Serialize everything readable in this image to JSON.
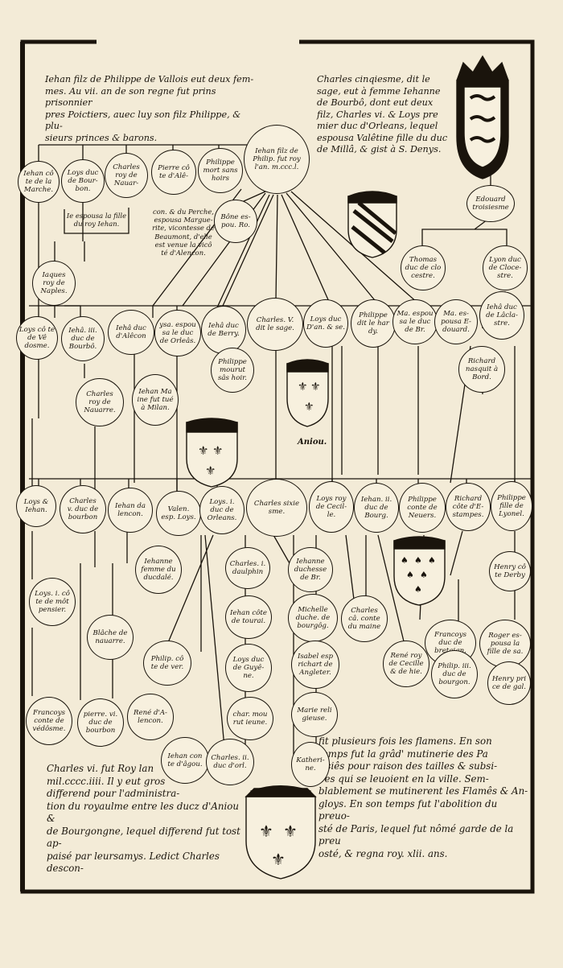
{
  "texts": {
    "top_left": "Iehan filz de Philippe de Vallois eut deux fem-\nmes. Au vii. an de son regne fut prins prisonnier\npres Poictiers, auec luy son filz Philippe, & plu-\nsieurs princes & barons.",
    "top_right": "Charles cinqiesme, dit le\nsage, eut à femme Iehanne\nde Bourbô, dont eut deux\nfilz, Charles vi. & Loys pre\nmier duc d'Orleans, lequel\nespousa Valêtine fille du duc\nde Millâ, & gist à S. Denys.",
    "bottom_left": "Charles vi. fut Roy lan\nmil.cccc.iiii. Il y eut gros\ndifferend pour l'administra-\ntion du royaulme entre les ducz d'Aniou &\nde Bourgongne, lequel differend fut tost ap-\npaisé par leursamys. Ledict Charles descon-",
    "bottom_right": "fit plusieurs fois les flamens. En son\ntemps fut la grâd' mutinerie des Pa\nrisiês pour raison des tailles & subsi-\ndes qui se leuoient en la ville. Sem-\nblablement se mutinerent les Flamês & An-\ngloys. En son temps fut l'abolition du preuo-\nsté de Paris, lequel fut nômé garde de la preu\nosté, & regna roy. xlii. ans."
  },
  "nodes": {
    "jehan_marche": "Iehan cô\nte de la\nMarche.",
    "loys_bourbon": "Loys duc\nde Bour-\nbon.",
    "charles_navarre1": "Charles\nroy de\nNauar-",
    "pierre_alencon": "Pierre cô\nte d'Alê-",
    "philippe_mort": "Philippe\nmort sans\nhoirs",
    "jehan_roy": "Iehan filz de\nPhilip. fut roy\nl'an. m.ccc.l.",
    "bone": "Bône es-\npou. Ro.",
    "edouard": "Edouard\ntroisiesme",
    "thomas": "Thomas\nduc de clo\ncestre.",
    "lyon": "Lyon duc\nde Cloce-\nstre.",
    "jaques": "Iaques\nroy de\nNaples.",
    "loys_vendosme": "Loys cô te\nde Vê\ndosme.",
    "jehan_bourbon": "Iehâ. iii.\nduc de\nBourbô.",
    "jehan_alencon": "Iehâ duc\nd'Alêcon",
    "ysabel": "ysa. espou\nsa le duc\nde Orleâs.",
    "jehan_berry": "Iehâ duc\nde Berry.",
    "charles_v": "Charles. V.\ndit le sage.",
    "loys_anjou": "Loys duc\nD'an. & se.",
    "philippe_hardy": "Philippe\ndit le har\ndy.",
    "marie_br": "Ma. espou\nsa le duc\nde Br.",
    "marie_edouard": "Ma. es-\npousa E-\ndouard.",
    "jehan_lanclastre": "Iehâ duc\nde Lâcla-\nstre.",
    "richard_bord": "Richard\nnasquit à\nBord.",
    "charles_navarre": "Charles\nroy de\nNauarre.",
    "jehan_mayne": "Iehan Ma\nine fut tué\nà Milan.",
    "philippe_mourut": "Philippe\nmourut\nsâs hoir.",
    "loys_jehan": "Loys &\nIehan.",
    "charles_bourbon": "Charles\nv. duc de\nbourbon",
    "jehan_lencon": "Iehan da\nlencon.",
    "valentine": "Valen.\nesp. Loys.",
    "loys_orleans": "Loys. i.\nduc de\nOrleans.",
    "charles_vi": "Charles sixie\nsme.",
    "loys_cecile": "Loys roy\nde Cecil-\nle.",
    "jehan_bourg": "Iehan. ii.\nduc de\nBourg.",
    "philippe_neuers": "Philippe\nconte de\nNeuers.",
    "richard_estampes": "Richard\ncôte d'E-\nstampes.",
    "philippe_lyonel": "Philippe\nfille de\nLyonel.",
    "jehanne_dalé": "Iehanne\nfemme du\nducdalé.",
    "charles_daulphin": "Charles. i.\ndaulphin",
    "jehanne_br": "Iehanne\nduchesse\nde Br.",
    "henry_derby": "Henry cô\nte Derby",
    "loys_mont": "Loys. i. cô\nte de môt\npensier.",
    "jehan_touraine": "Iehan côte\nde tourai.",
    "michelle": "Michelle\nduche. de\nbourgôg.",
    "charles_maine": "Charles\ncâ. conte\ndu maine",
    "francoys_bretaign": "Francoys\nduc de\nbretaign.",
    "roger": "Roger es-\npousa la\nfille de sa.",
    "blanche": "Blâche de\nnauarre.",
    "philip_ver": "Philip. cô\nte de ver.",
    "loys_guyenne": "Loys duc\nde Guyê-\nne.",
    "ysabel_angleterre": "Isabel esp\nrichart de\nAngleter.",
    "rene_cecile": "René roy\nde Cecille\n& de hie.",
    "philip_bourgon": "Philip. iii.\nduc de\nbourgon.",
    "henry_gal": "Henry pri\nce de gal.",
    "francoys_vendosme": "Francoys\nconte de\nvédôsme.",
    "pierre_bourbon": "pierre. vi.\nduc de\nbourbon",
    "rene_alencon": "René d'A-\nlencon.",
    "charles_mouru": "char. mou\nrut ieune.",
    "marie_religieuse": "Marie reli\ngieuse.",
    "jehan_angou": "Iehan con\nte d'âgou.",
    "charles_orleans": "Charles. ii.\nduc d'orl.",
    "katherine": "Katheri-\nne."
  },
  "notes": {
    "note_loys_bourbon": "Ie espousa la fille\ndu roy Iehan.",
    "note_pierre": "con. & du Perche,\nespousa Margue-\nrite, vicontesse de\nBeaumont, d'elle\nest venue la vicô\nté d'Alencon."
  },
  "labels": {
    "aniou": "Aniou."
  }
}
